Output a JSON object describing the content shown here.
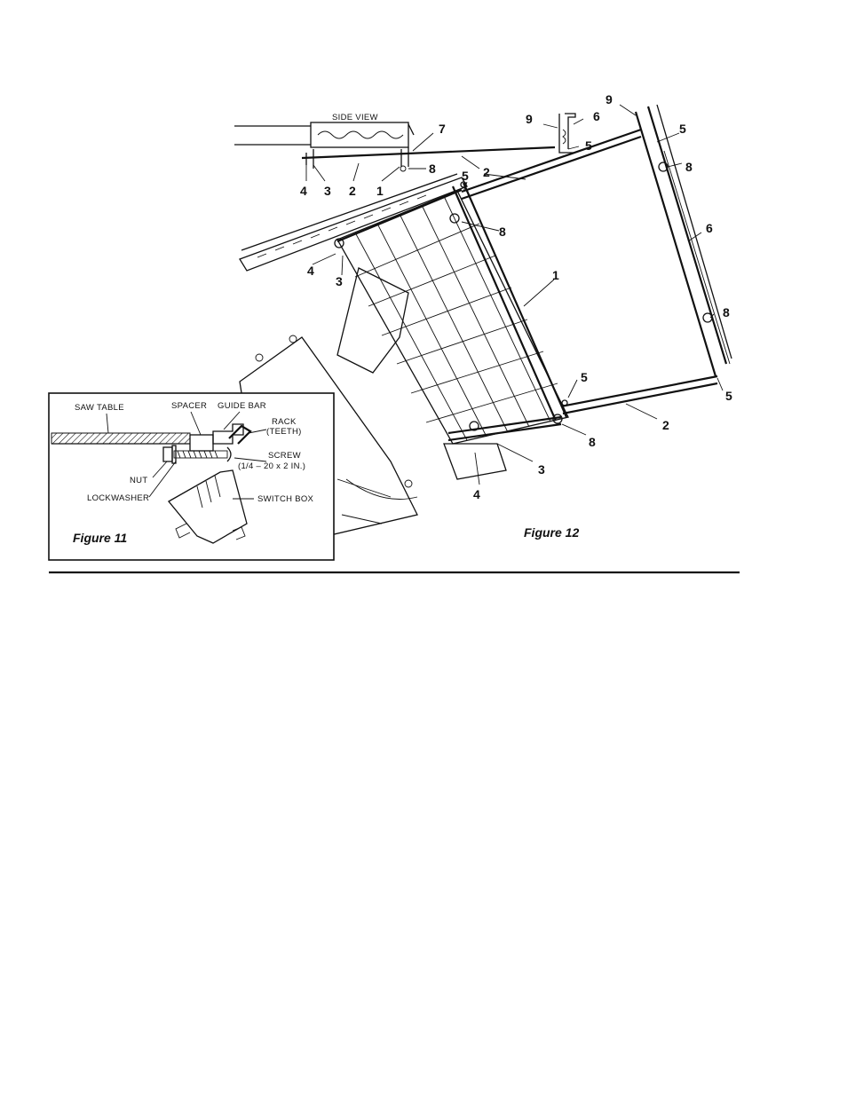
{
  "figure12": {
    "caption": "Figure 12",
    "side_view_label": "SIDE VIEW",
    "callouts": [
      {
        "id": "sv-4",
        "text": "4"
      },
      {
        "id": "sv-3",
        "text": "3"
      },
      {
        "id": "sv-2",
        "text": "2"
      },
      {
        "id": "sv-1",
        "text": "1"
      },
      {
        "id": "sv-8",
        "text": "8"
      },
      {
        "id": "sv-7",
        "text": "7"
      },
      {
        "id": "top-2",
        "text": "2"
      },
      {
        "id": "top-5a",
        "text": "5"
      },
      {
        "id": "end-9",
        "text": "9"
      },
      {
        "id": "end-6",
        "text": "6"
      },
      {
        "id": "end-5",
        "text": "5"
      },
      {
        "id": "rail-9",
        "text": "9"
      },
      {
        "id": "rail-5",
        "text": "5"
      },
      {
        "id": "rail-8a",
        "text": "8"
      },
      {
        "id": "rail-6",
        "text": "6"
      },
      {
        "id": "rail-8b",
        "text": "8"
      },
      {
        "id": "rail-5b",
        "text": "5"
      },
      {
        "id": "front-8",
        "text": "8"
      },
      {
        "id": "front-4",
        "text": "4"
      },
      {
        "id": "front-3",
        "text": "3"
      },
      {
        "id": "bar-1",
        "text": "1"
      },
      {
        "id": "low-5",
        "text": "5"
      },
      {
        "id": "low-2",
        "text": "2"
      },
      {
        "id": "low-8",
        "text": "8"
      },
      {
        "id": "low-3",
        "text": "3"
      },
      {
        "id": "low-4",
        "text": "4"
      }
    ]
  },
  "figure11": {
    "caption": "Figure 11",
    "labels": {
      "saw_table": "SAW TABLE",
      "spacer": "SPACER",
      "guide_bar": "GUIDE BAR",
      "rack_1": "RACK",
      "rack_2": "(TEETH)",
      "screw_1": "SCREW",
      "screw_2": "(1/4 – 20 x 2 IN.)",
      "nut": "NUT",
      "lockwasher": "LOCKWASHER",
      "switch_box": "SWITCH BOX"
    }
  }
}
